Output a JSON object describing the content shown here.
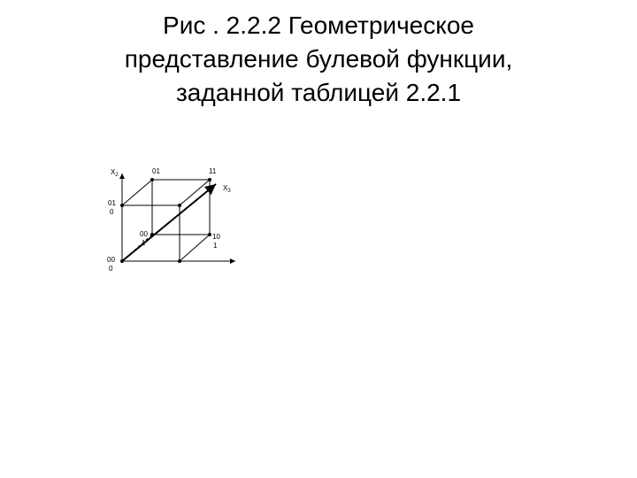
{
  "title": {
    "line1": "Рис . 2.2.2  Геометрическое",
    "line2": "представление булевой функции,",
    "line3": "заданной таблицей 2.2.1"
  },
  "diagram": {
    "axis_x2": {
      "main": "X",
      "sub": "2"
    },
    "axis_x3": {
      "main": "X",
      "sub": "3"
    },
    "vertices": {
      "v010_top": "01",
      "v010_bottom": "0",
      "v011": "01",
      "v111": "11",
      "v001_top": "00",
      "v001_bottom": "1",
      "v101_top": "10",
      "v101_bottom": "1",
      "v000_top": "00",
      "v000_bottom": "0"
    }
  }
}
